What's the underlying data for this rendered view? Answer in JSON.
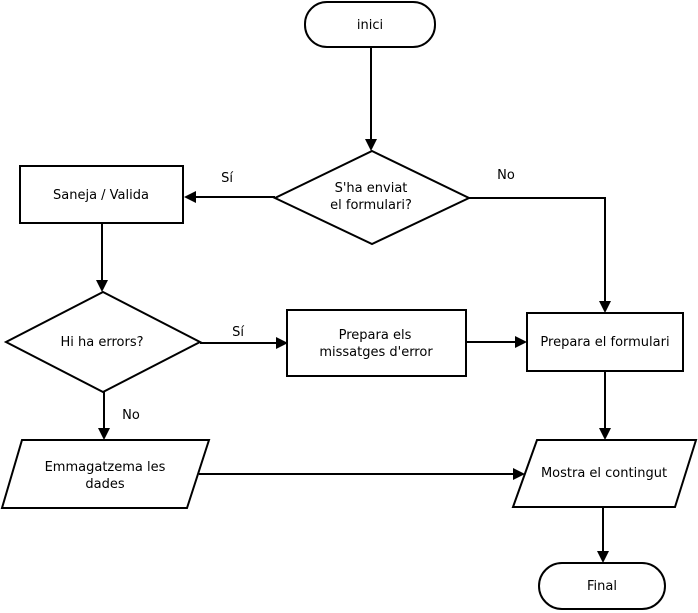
{
  "diagram": {
    "nodes": {
      "start": {
        "line1": "inici"
      },
      "submitted": {
        "line1": "S'ha enviat",
        "line2": "el formulari?"
      },
      "sanitize": {
        "line1": "Saneja / Valida"
      },
      "errors": {
        "line1": "Hi ha errors?"
      },
      "prepare_errors": {
        "line1": "Prepara els",
        "line2": "missatges d'error"
      },
      "prepare_form": {
        "line1": "Prepara el formulari"
      },
      "store": {
        "line1": "Emmagatzema les",
        "line2": "dades"
      },
      "show": {
        "line1": "Mostra el contingut"
      },
      "end": {
        "line1": "Final"
      }
    },
    "edges": {
      "submitted_yes": "Sí",
      "submitted_no": "No",
      "errors_yes": "Sí",
      "errors_no": "No"
    }
  }
}
